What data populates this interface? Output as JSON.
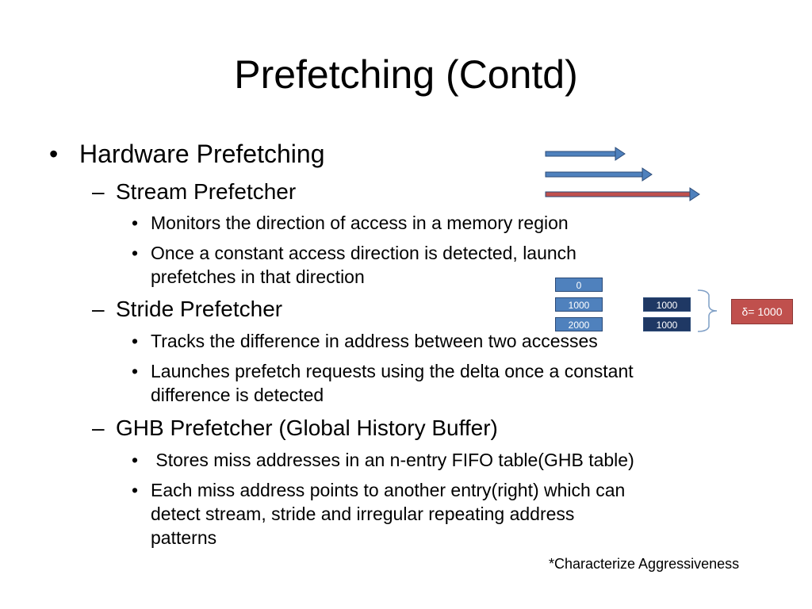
{
  "slide": {
    "title": "Prefetching (Contd)",
    "bullets": {
      "hardware": "Hardware Prefetching",
      "stream": "Stream Prefetcher",
      "stream_1": "Monitors the direction of access in a memory region",
      "stream_2a": "Once a constant access direction is detected, launch",
      "stream_2b": "prefetches in that direction",
      "stride": "Stride Prefetcher",
      "stride_1": "Tracks the difference in address between two accesses",
      "stride_2a": "Launches prefetch requests using the delta once a constant",
      "stride_2b": "difference is detected",
      "ghb": "GHB Prefetcher (Global History Buffer)",
      "ghb_1": " Stores miss addresses in an n-entry FIFO table(GHB table)",
      "ghb_2a": "Each miss address points to another entry(right) which can",
      "ghb_2b": "detect stream, stride and irregular repeating address",
      "ghb_2c": "patterns"
    },
    "bullet_marks": {
      "l1": "•",
      "l2": "–",
      "l3": "•"
    },
    "footnote": "*Characterize Aggressiveness"
  },
  "diagram": {
    "addresses": [
      "0",
      "1000",
      "2000"
    ],
    "deltas": [
      "1000",
      "1000"
    ],
    "delta_label": "δ= 1000",
    "colors": {
      "blue_arrow": "#4f81bd",
      "red_arrow": "#c0504d",
      "cell_light": "#4f81bd",
      "cell_dark": "#1f3864"
    }
  }
}
